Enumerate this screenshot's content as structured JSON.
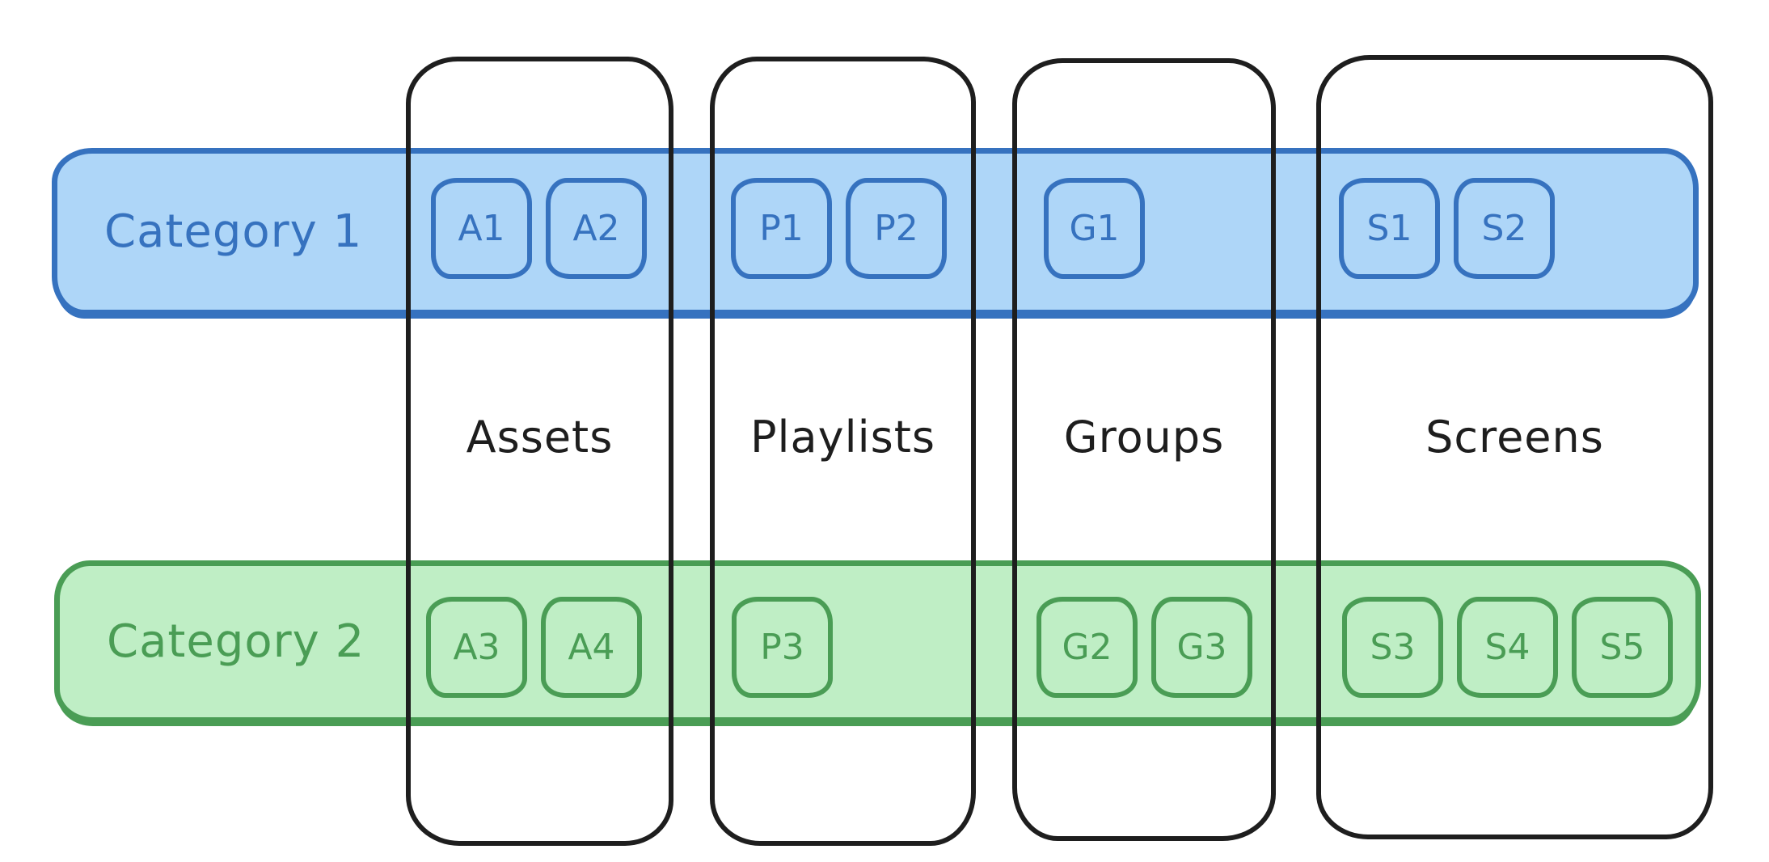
{
  "canvas": {
    "background": "#ffffff"
  },
  "palette": {
    "column_stroke": "#1e1e1e",
    "blue_stroke": "#3672bf",
    "blue_fill": "#aed6f8",
    "green_stroke": "#4a9d55",
    "green_fill": "#bfeec5"
  },
  "columns": [
    {
      "label": "Assets"
    },
    {
      "label": "Playlists"
    },
    {
      "label": "Groups"
    },
    {
      "label": "Screens"
    }
  ],
  "categories": [
    {
      "label": "Category 1",
      "color": "blue",
      "items": {
        "assets": [
          "A1",
          "A2"
        ],
        "playlists": [
          "P1",
          "P2"
        ],
        "groups": [
          "G1"
        ],
        "screens": [
          "S1",
          "S2"
        ]
      }
    },
    {
      "label": "Category 2",
      "color": "green",
      "items": {
        "assets": [
          "A3",
          "A4"
        ],
        "playlists": [
          "P3"
        ],
        "groups": [
          "G2",
          "G3"
        ],
        "screens": [
          "S3",
          "S4",
          "S5"
        ]
      }
    }
  ]
}
